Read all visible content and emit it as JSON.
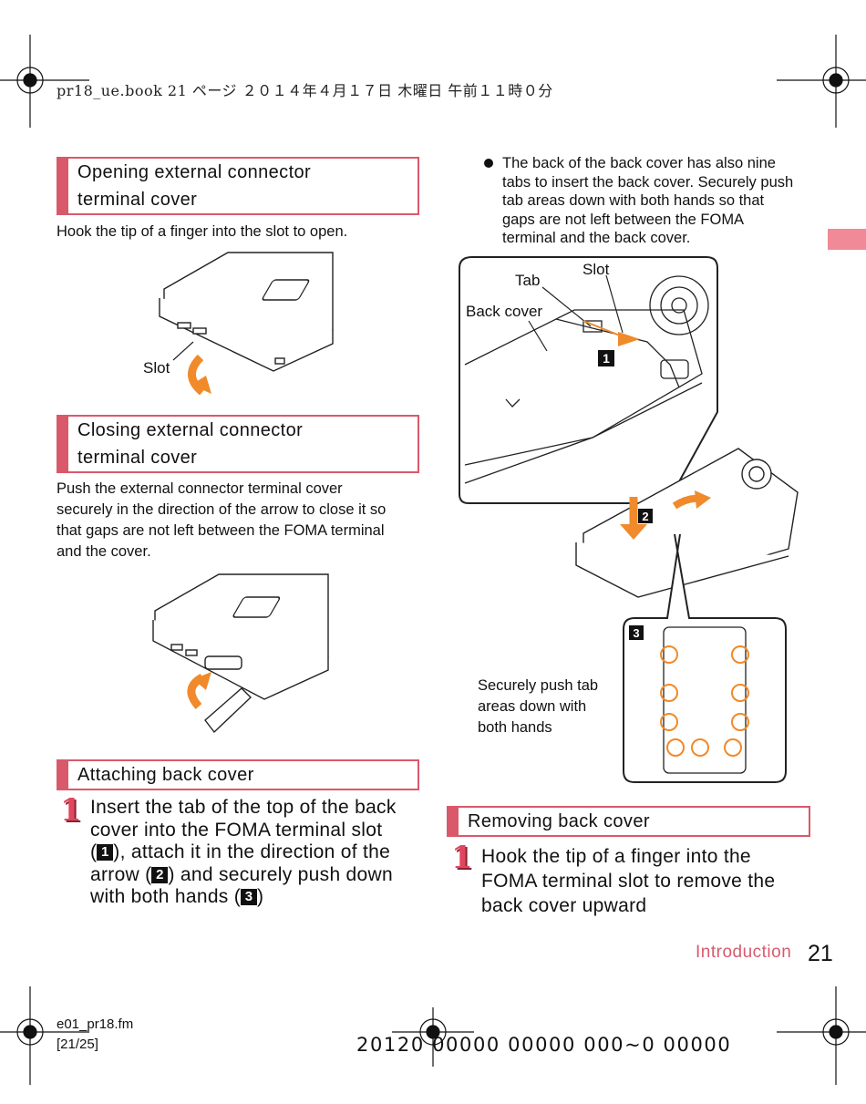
{
  "header": {
    "text": "pr18_ue.book  21 ページ  ２０１４年４月１７日  木曜日  午前１１時０分"
  },
  "left": {
    "section1": {
      "title_line1": "Opening external connector",
      "title_line2": "terminal cover",
      "body": "Hook the tip of a finger into the slot to open.",
      "slot_label": "Slot"
    },
    "section2": {
      "title_line1": "Closing external connector",
      "title_line2": "terminal cover",
      "body_lines": [
        "Push the external connector terminal cover",
        "securely in the direction of the arrow to close it so",
        "that gaps are not left between the FOMA terminal",
        "and the cover."
      ]
    },
    "section3": {
      "title": "Attaching back cover",
      "step_number": "1",
      "step_line1": "Insert the tab of the top of the back",
      "step_line2": "cover into the FOMA terminal slot",
      "step_line3_a": "(",
      "step_line3_num": "1",
      "step_line3_b": "), attach it in the direction of the",
      "step_line4_a": "arrow (",
      "step_line4_num": "2",
      "step_line4_b": ") and securely push down",
      "step_line5_a": "with both hands (",
      "step_line5_num": "3",
      "step_line5_b": ")"
    }
  },
  "right": {
    "bullet_lines": [
      "The back of the back cover has also nine",
      "tabs to insert the back cover. Securely push",
      "tab areas down with both hands so that",
      "gaps are not left between the FOMA",
      "terminal and the back cover."
    ],
    "figure": {
      "tab_label": "Tab",
      "slot_label": "Slot",
      "back_cover_label": "Back cover",
      "marker1": "1",
      "marker2": "2",
      "marker3": "3",
      "push_label_lines": [
        "Securely push tab",
        "areas down with",
        "both hands"
      ]
    },
    "section4": {
      "title": "Removing back cover",
      "step_number": "1",
      "step_lines": [
        "Hook the tip of a finger into the",
        "FOMA terminal slot to remove the",
        "back cover upward"
      ]
    }
  },
  "footer": {
    "section_name": "Introduction",
    "page_number": "21",
    "file_name": "e01_pr18.fm",
    "page_range": "[21/25]",
    "barcode": "20120 00000 00000 000~0 00000"
  },
  "colors": {
    "accent": "#d9596b",
    "orange": "#f08a2a",
    "side_tab": "#ef8a96"
  }
}
